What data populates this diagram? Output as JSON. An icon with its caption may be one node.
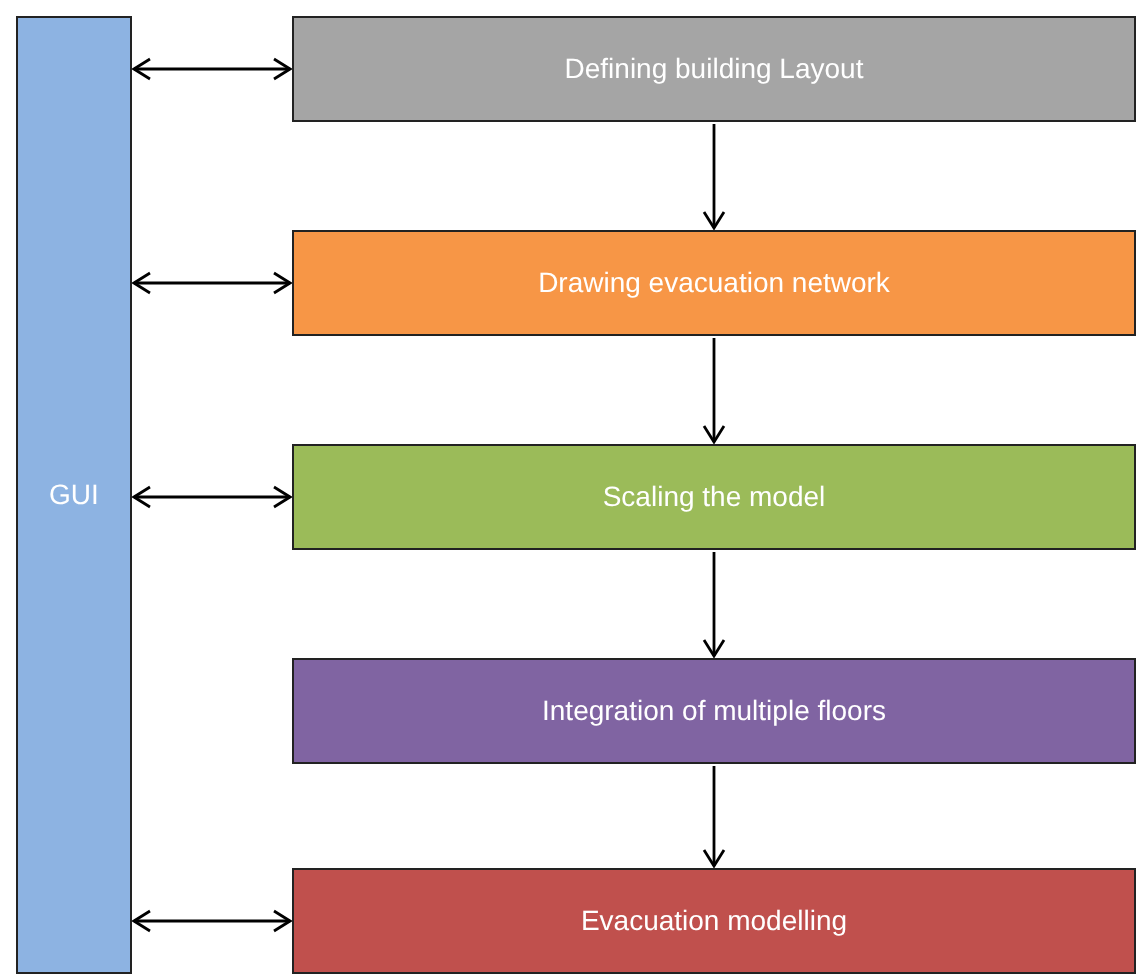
{
  "diagram": {
    "nodes": [
      {
        "text": [
          "GUI"
        ]
      },
      {
        "text": [
          "Defining building Layout"
        ]
      },
      {
        "text": [
          "Drawing evacuation network"
        ]
      },
      {
        "text": [
          "Scaling the model"
        ]
      },
      {
        "text": [
          "Integration of multiple floors"
        ]
      },
      {
        "text": [
          "Evacuation modelling"
        ]
      }
    ],
    "edges": [
      {
        "from": 0,
        "to": 1,
        "arrow": "both"
      },
      {
        "from": 1,
        "to": 2,
        "arrow": "to"
      },
      {
        "from": 0,
        "to": 2,
        "arrow": "both"
      },
      {
        "from": 2,
        "to": 3,
        "arrow": "to"
      },
      {
        "from": 0,
        "to": 3,
        "arrow": "both"
      },
      {
        "from": 3,
        "to": 4,
        "arrow": "to"
      },
      {
        "from": 4,
        "to": 5,
        "arrow": "to"
      },
      {
        "from": 0,
        "to": 5,
        "arrow": "both"
      }
    ]
  }
}
